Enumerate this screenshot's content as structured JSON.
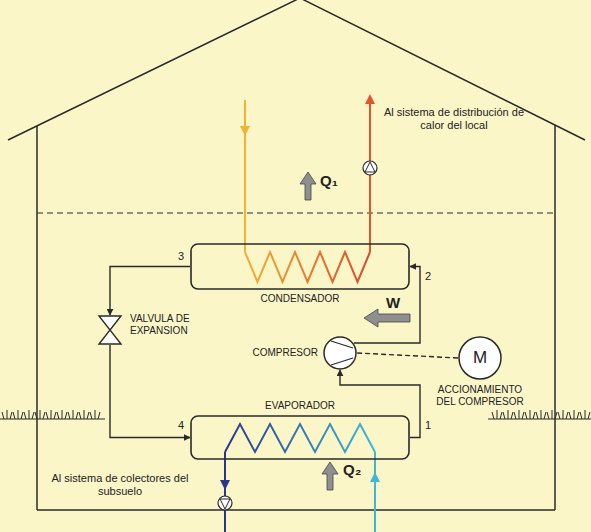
{
  "diagram": {
    "nodes": [
      {
        "text": [
          "CONDENSADOR"
        ]
      },
      {
        "text": [
          "VALVULA DE EXPANSION"
        ]
      },
      {
        "text": [
          "COMPRESOR"
        ]
      },
      {
        "text": [
          "M",
          "ACCIONAMIENTO DEL COMPRESOR"
        ]
      },
      {
        "text": [
          "EVAPORADOR"
        ]
      }
    ],
    "edges": [
      {
        "from": 2,
        "to": 0,
        "arrow": "to"
      },
      {
        "from": 0,
        "to": 1,
        "arrow": "to"
      },
      {
        "from": 1,
        "to": 4,
        "arrow": "to"
      },
      {
        "from": 4,
        "to": 2,
        "arrow": "to"
      },
      {
        "from": 3,
        "to": 2,
        "arrow": "none"
      }
    ],
    "labels": [
      "Al sistema de distribución de calor del local",
      "Q₁",
      "2",
      "3",
      "W",
      "4",
      "1",
      "Al sistema de colectores del subsuelo",
      "Q₂"
    ]
  }
}
